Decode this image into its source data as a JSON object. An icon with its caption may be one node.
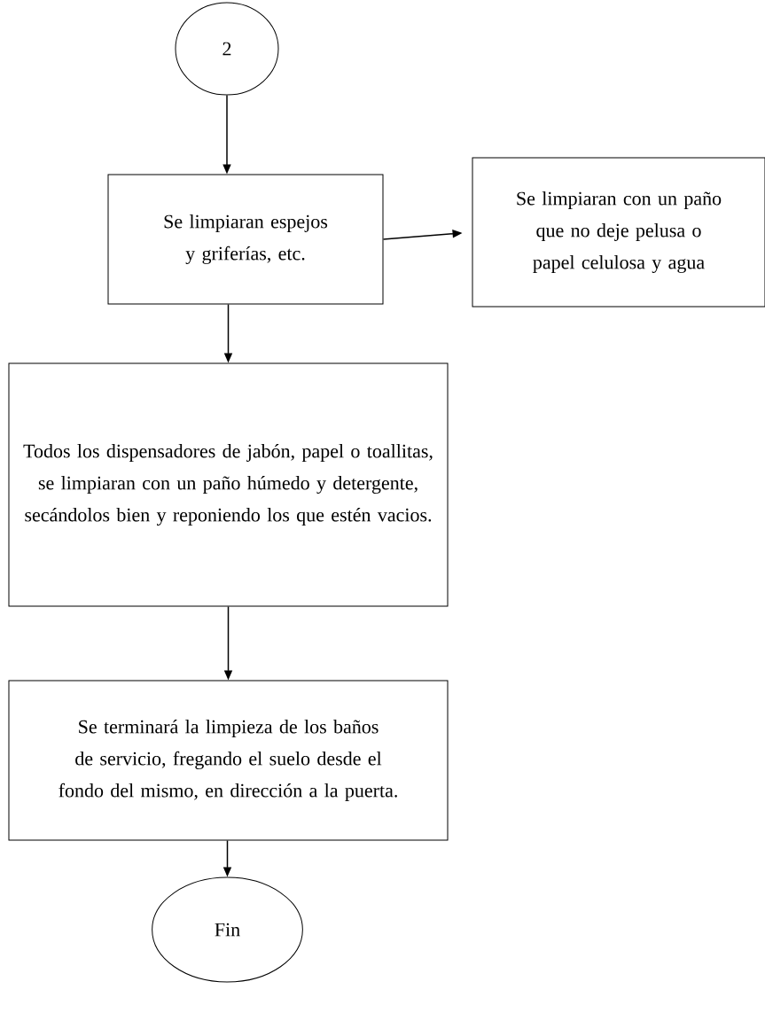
{
  "diagram": {
    "nodes": [
      {
        "text": [
          "2"
        ]
      },
      {
        "text": [
          "Se limpiaran espejos y griferías, etc."
        ]
      },
      {
        "text": [
          "Se limpiaran con un paño que no deje pelusa o papel celulosa y agua"
        ]
      },
      {
        "text": [
          "Todos los dispensadores de jabón, papel o toallitas, se limpiaran con un paño húmedo y detergente, secándolos bien y reponiendo los que estén vacios."
        ]
      },
      {
        "text": [
          "Se terminará la limpieza de los baños de servicio, fregando el suelo desde el fondo del mismo, en dirección a la puerta."
        ]
      },
      {
        "text": [
          "Fin"
        ]
      }
    ],
    "edges": [
      {
        "from": 0,
        "to": 1,
        "arrow": "to"
      },
      {
        "from": 1,
        "to": 2,
        "arrow": "to"
      },
      {
        "from": 1,
        "to": 3,
        "arrow": "to"
      },
      {
        "from": 3,
        "to": 4,
        "arrow": "to"
      },
      {
        "from": 4,
        "to": 5,
        "arrow": "to"
      }
    ]
  }
}
